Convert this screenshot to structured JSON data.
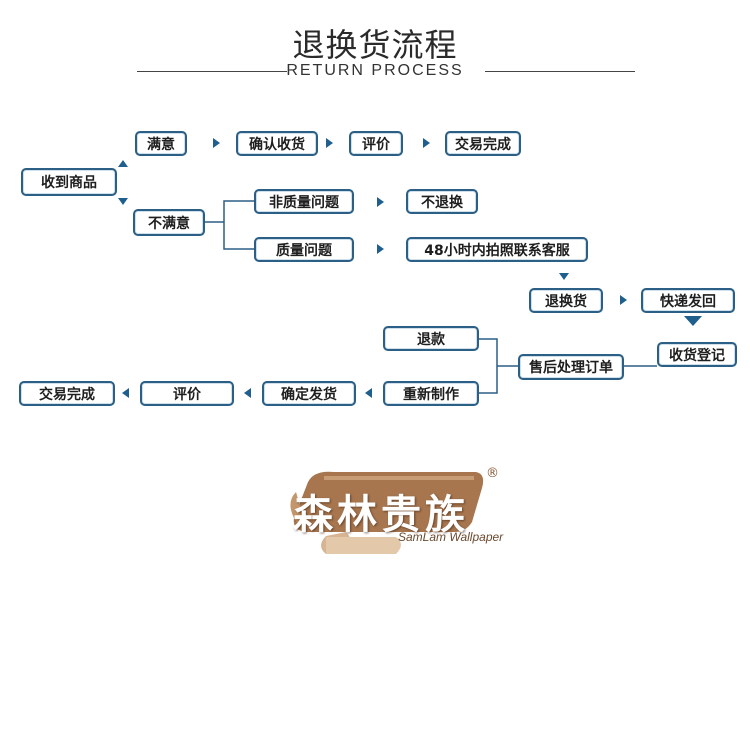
{
  "header": {
    "title": "退换货流程",
    "subtitle": "RETURN PROCESS"
  },
  "nodes": {
    "received": "收到商品",
    "satisfied": "满意",
    "confirm_receipt": "确认收货",
    "review_top": "评价",
    "deal_done_top": "交易完成",
    "unsatisfied": "不满意",
    "non_quality_issue": "非质量问题",
    "no_return": "不退换",
    "quality_issue": "质量问题",
    "contact_48h": "48小时内拍照联系客服",
    "return_exchange": "退换货",
    "express_send_back": "快递发回",
    "receipt_register": "收货登记",
    "after_sale_order": "售后处理订单",
    "refund": "退款",
    "remake": "重新制作",
    "confirm_ship": "确定发货",
    "review_bottom": "评价",
    "deal_done_bottom": "交易完成"
  },
  "logo": {
    "brand_cn": "森林贵族",
    "brand_en": "SamLam Wallpaper",
    "registered": "®"
  },
  "colors": {
    "box_border": "#2b5f85",
    "arrow": "#1f5f8e",
    "logo_brown": "#a7764f"
  }
}
